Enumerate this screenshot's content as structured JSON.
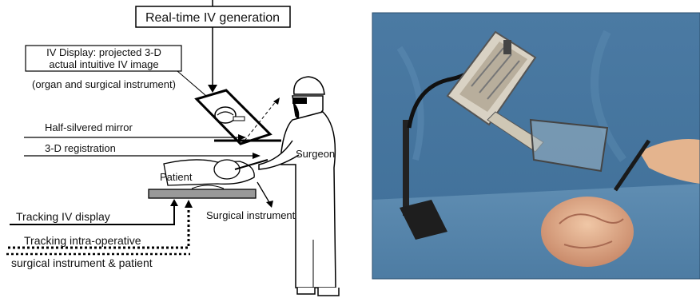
{
  "diagram": {
    "labels": {
      "realtime_iv": "Real-time IV generation",
      "iv_display_line1": "IV Display: projected 3-D",
      "iv_display_line2": "actual intuitive IV image",
      "iv_display_line3": "(organ and surgical instrument)",
      "half_mirror": "Half-silvered mirror",
      "registration": "3-D   registration",
      "surgeon": "Surgeon",
      "patient": "Patient",
      "surgical_instrument": "Surgical instrument",
      "tracking_display": "Tracking IV display",
      "tracking_intraop_line1": "Tracking intra-operative",
      "tracking_intraop_line2": "surgical instrument & patient"
    }
  },
  "photo": {
    "background_color": "#4f7ea6",
    "subject": "prototype IV display with half-silvered mirror over organ model"
  }
}
